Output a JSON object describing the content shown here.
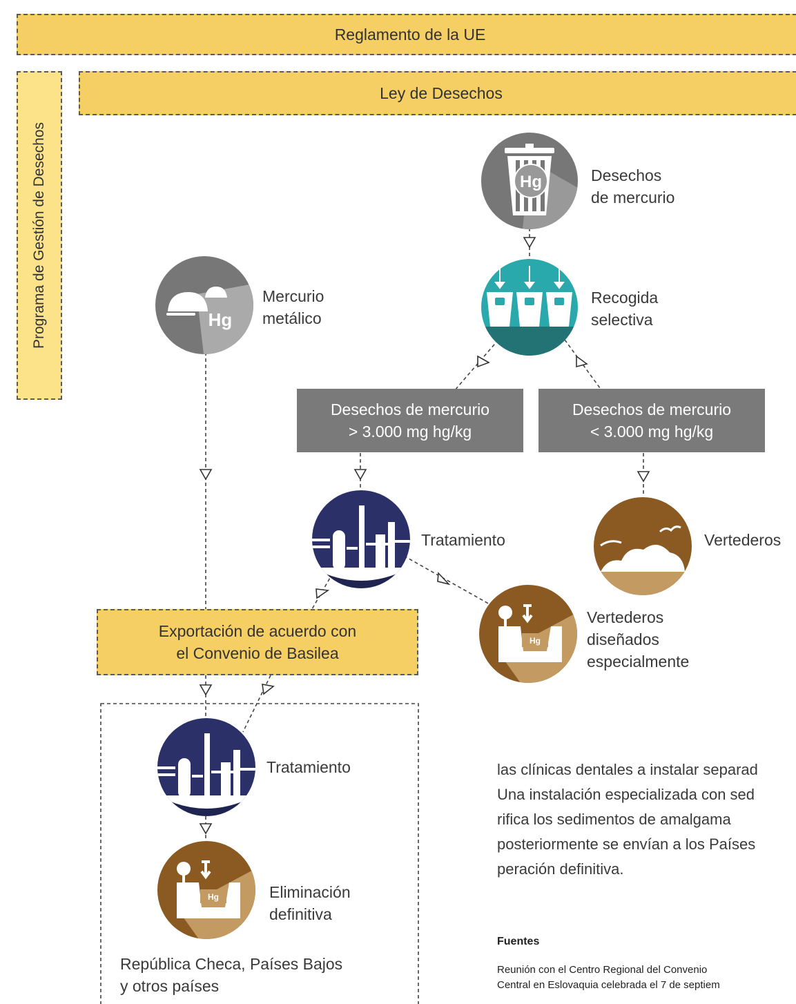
{
  "bands": {
    "eu_regulation": "Reglamento de la UE",
    "waste_law": "Ley de Desechos",
    "program": "Programa de Gestión de Desechos"
  },
  "nodes": {
    "mercury_waste": {
      "line1": "Desechos",
      "line2": "de mercurio"
    },
    "selective_collection": {
      "line1": "Recogida",
      "line2": "selectiva"
    },
    "metallic_mercury": {
      "line1": "Mercurio",
      "line2": "metálico"
    },
    "waste_high": {
      "line1": "Desechos de mercurio",
      "line2": "> 3.000 mg hg/kg"
    },
    "waste_low": {
      "line1": "Desechos de mercurio",
      "line2": "< 3.000 mg hg/kg"
    },
    "treatment_1": "Tratamiento",
    "landfills": "Vertederos",
    "special_landfills": {
      "line1": "Vertederos",
      "line2": "diseñados",
      "line3": "especialmente"
    },
    "export": {
      "line1": "Exportación de acuerdo con",
      "line2": "el Convenio de Basilea"
    },
    "treatment_2": "Tratamiento",
    "final_disposal": {
      "line1": "Eliminación",
      "line2": "definitiva"
    },
    "countries": {
      "line1": "República Checa, Países Bajos",
      "line2": "y otros países"
    }
  },
  "icon_text": {
    "hg": "Hg"
  },
  "body_text": {
    "lines": [
      "las clínicas dentales a instalar separad",
      "Una instalación especializada con sed",
      "rifica los sedimentos de amalgama",
      "posteriormente se envían a los Países",
      "peración definitiva."
    ]
  },
  "sources": {
    "title": "Fuentes",
    "line1": "Reunión con el Centro Regional del Convenio",
    "line2": "Central en Eslovaquia celebrada el 7 de septiem"
  },
  "colors": {
    "yellow": "#f5cf63",
    "gray": "#7a7a7a",
    "teal": "#2aa9ad",
    "navy": "#2b3168",
    "brown": "#8b5a22"
  }
}
